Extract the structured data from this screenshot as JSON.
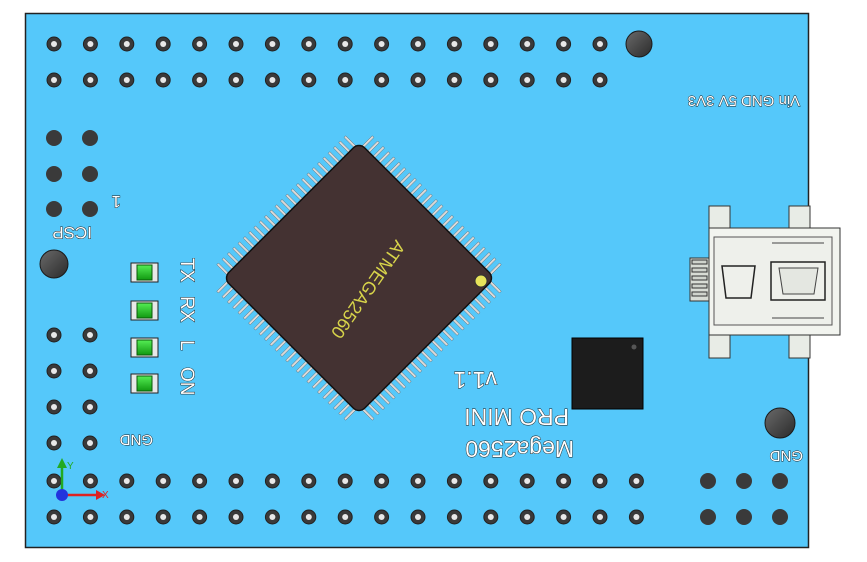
{
  "board": {
    "name": "Mega2560",
    "subtitle": "PRO MINI",
    "version": "v1.1",
    "chip_label": "ATMEGA2560"
  },
  "silkscreen": {
    "power_labels": "Vin GND 5V 3V3",
    "icsp_label": "ICSP",
    "pin_one": "1",
    "tx": "TX",
    "rx": "RX",
    "l": "L",
    "on": "ON",
    "gnd_left": "GND",
    "gnd_right": "GND"
  },
  "axes": {
    "x": "X",
    "y": "Y"
  },
  "colors": {
    "pcb": "#55c8fa",
    "chip": "#443232",
    "led": "#22cc22"
  }
}
